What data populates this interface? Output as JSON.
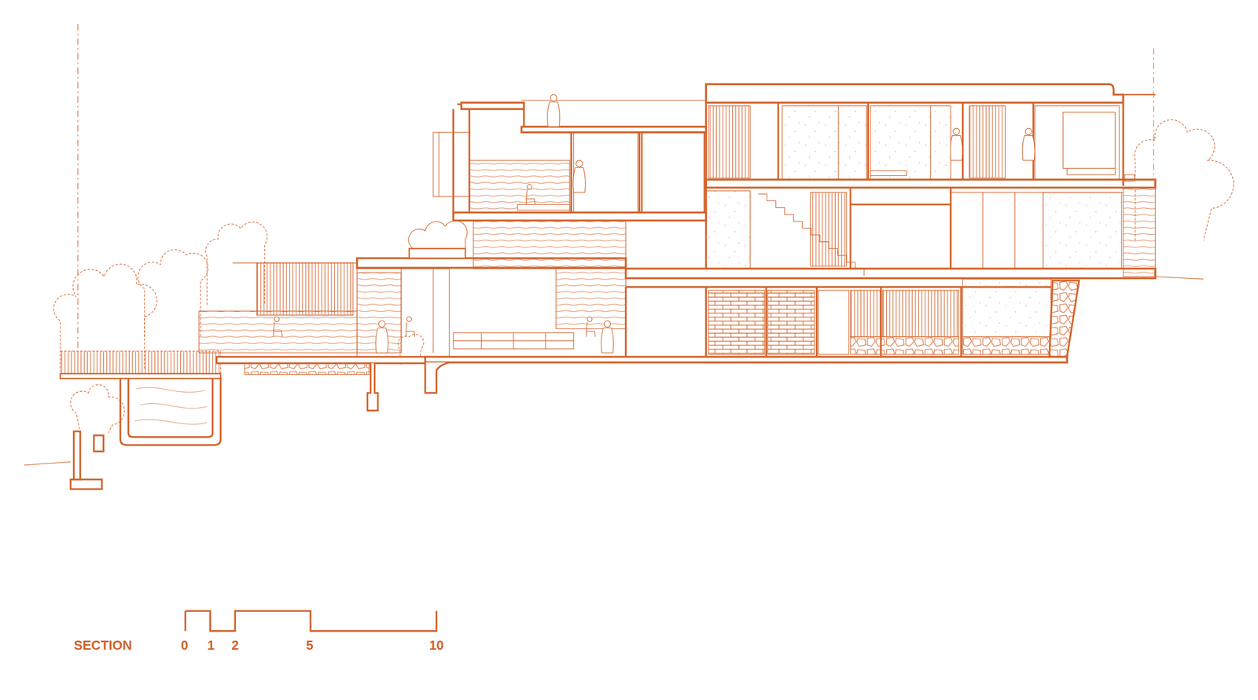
{
  "diagram": {
    "labels": [
      "SECTION",
      "0",
      "1",
      "2",
      "5",
      "10"
    ]
  }
}
